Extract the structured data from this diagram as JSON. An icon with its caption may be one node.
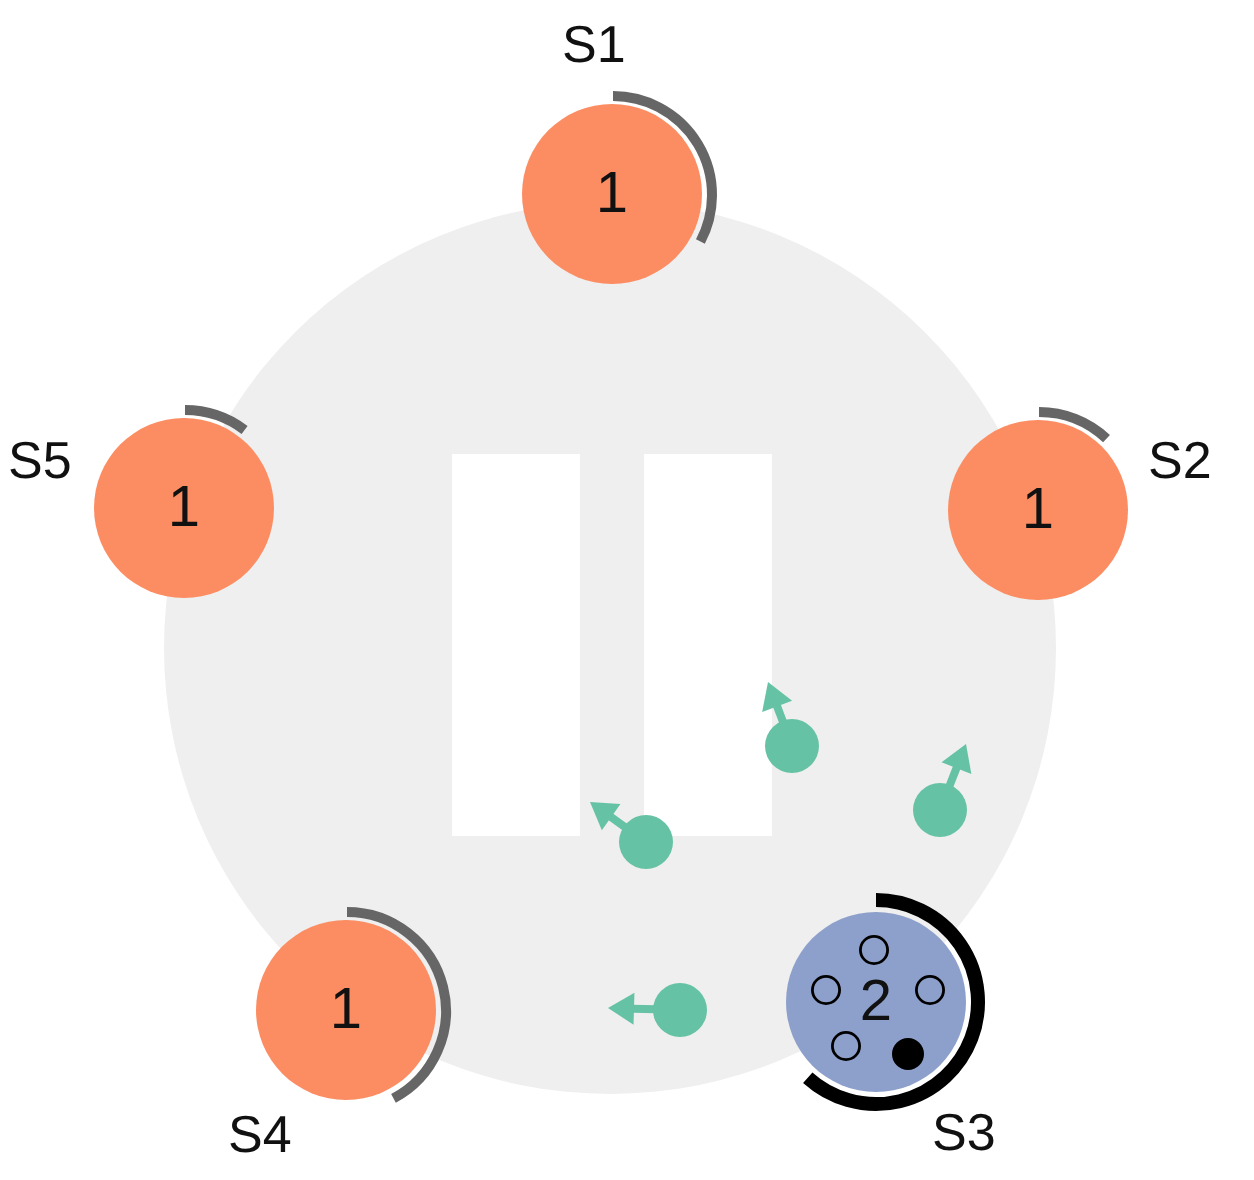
{
  "diagram": {
    "nodes": [
      {
        "text": [
          "1"
        ],
        "beside": [
          "S1"
        ]
      },
      {
        "text": [
          "1"
        ],
        "beside": [
          "S2"
        ]
      },
      {
        "text": [
          "2"
        ],
        "beside": [
          "S3"
        ]
      },
      {
        "text": [
          "1"
        ],
        "beside": [
          "S4"
        ]
      },
      {
        "text": [
          "1"
        ],
        "beside": [
          "S5"
        ]
      }
    ]
  }
}
